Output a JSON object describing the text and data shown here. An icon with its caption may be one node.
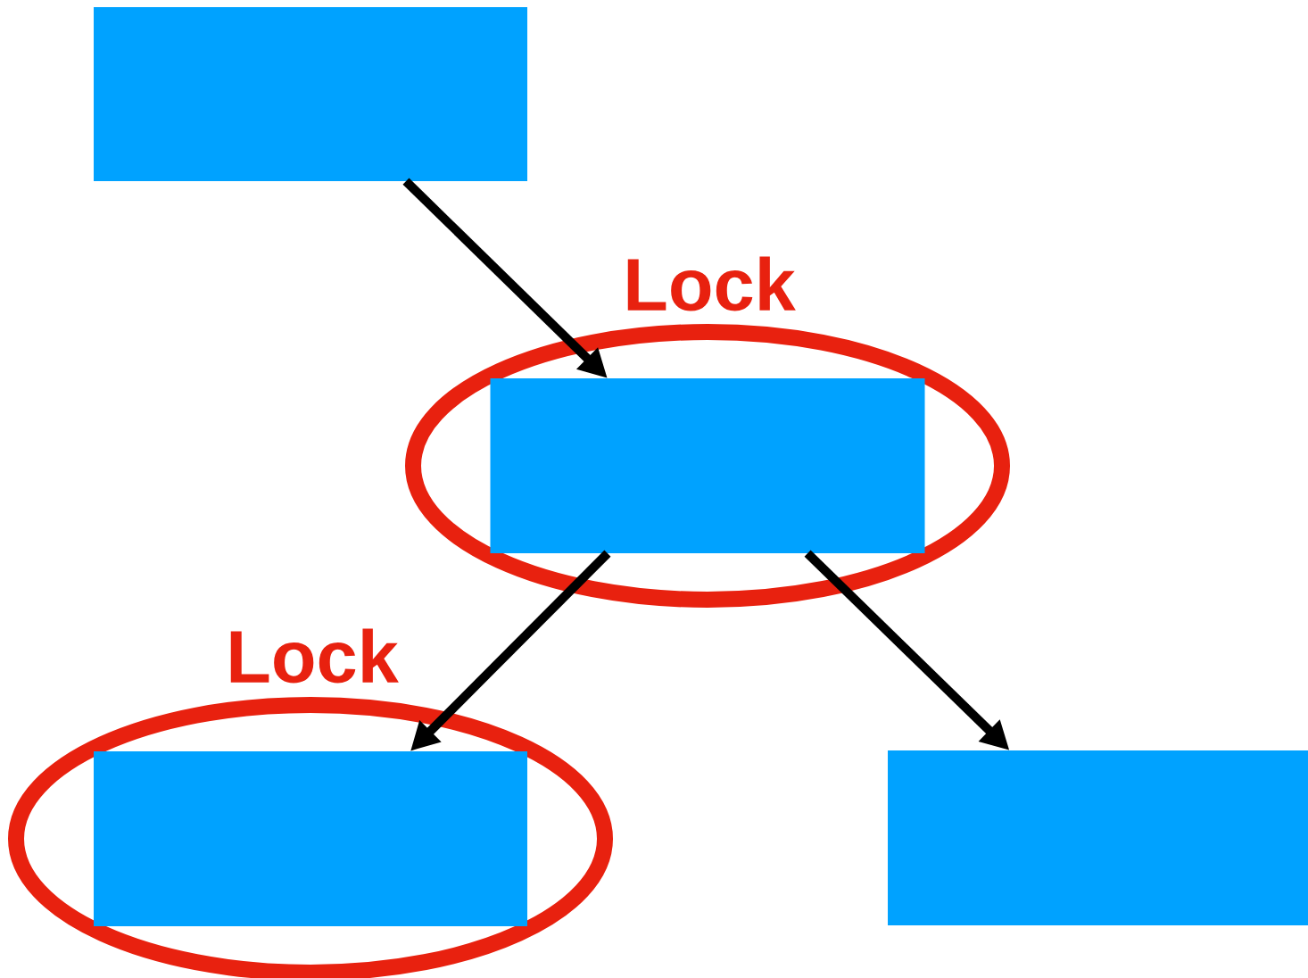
{
  "diagram": {
    "nodes": [
      {
        "text": [],
        "shape": "box"
      },
      {
        "text": [
          "Lock"
        ]
      },
      {
        "text": [],
        "shape": "box",
        "in": 1
      },
      {
        "text": [
          "Lock"
        ]
      },
      {
        "text": [],
        "shape": "box",
        "in": 3
      },
      {
        "text": [],
        "shape": "box"
      }
    ],
    "edges": [
      {
        "from": 0,
        "to": 2,
        "arrow": "to"
      },
      {
        "from": 2,
        "to": 4,
        "arrow": "to"
      },
      {
        "from": 2,
        "to": 5,
        "arrow": "to"
      }
    ]
  }
}
